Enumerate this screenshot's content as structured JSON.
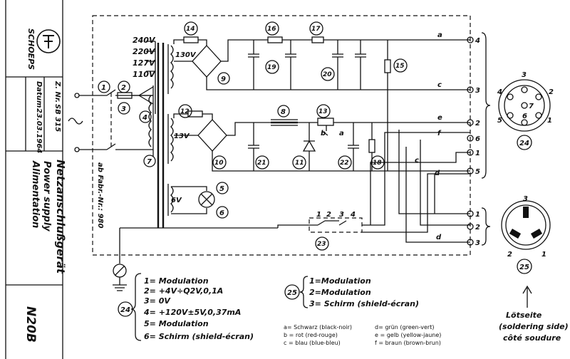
{
  "brand": "SCHOEPS",
  "title_block": {
    "title_de": "Netzanschlußgerät",
    "title_en": "Power supply",
    "title_fr": "Alimentation",
    "znr_label": "Z. Nr.",
    "znr_value": "SB 315",
    "date_label": "Datum",
    "date_value": "23.03.1964",
    "model": "N20B"
  },
  "serial_note": "ab Fabr.-Nr.: 980",
  "voltages": [
    "240V",
    "220V",
    "127V",
    "110V"
  ],
  "winding_labels": [
    "130V",
    "13V",
    "6V"
  ],
  "components": [
    "1",
    "2",
    "3",
    "4",
    "5",
    "6",
    "7",
    "8",
    "9",
    "10",
    "11",
    "12",
    "13",
    "14",
    "15",
    "16",
    "17",
    "18",
    "19",
    "20",
    "21",
    "22",
    "23",
    "24",
    "25"
  ],
  "switch_labels": {
    "b": "b",
    "a": "a"
  },
  "relay_contacts": [
    "1",
    "2",
    "3",
    "4"
  ],
  "terminals": {
    "upper": [
      "4",
      "3",
      "2",
      "6",
      "1",
      "5"
    ],
    "upper_letters": [
      "a",
      "c",
      "e",
      "f"
    ],
    "lower": [
      "1",
      "2",
      "3"
    ],
    "lower_letter": "d",
    "mid_letters": [
      "c",
      "d"
    ]
  },
  "connector_24_pins": [
    "1",
    "2",
    "3",
    "4",
    "5",
    "6",
    "7"
  ],
  "connector_25_pins": [
    "1",
    "2",
    "3"
  ],
  "legend_24": [
    "1= Modulation",
    "2= +4V÷Q2V,0,1A",
    "3= 0V",
    "4= +120V±5V,0,37mA",
    "5= Modulation",
    "6= Schirm (shield-écran)"
  ],
  "legend_25": [
    "1=Modulation",
    "2=Modulation",
    "3= Schirm (shield-écran)"
  ],
  "colors": [
    "a= Schwarz (black-noir)",
    "b = rot (red-rouge)",
    "c = blau (blue-bleu)",
    "d= grün (green-vert)",
    "e = gelb (yellow-jaune)",
    "f = braun (brown-brun)"
  ],
  "solder_note": [
    "Lötseite",
    "(soldering side)",
    "côté soudure"
  ]
}
